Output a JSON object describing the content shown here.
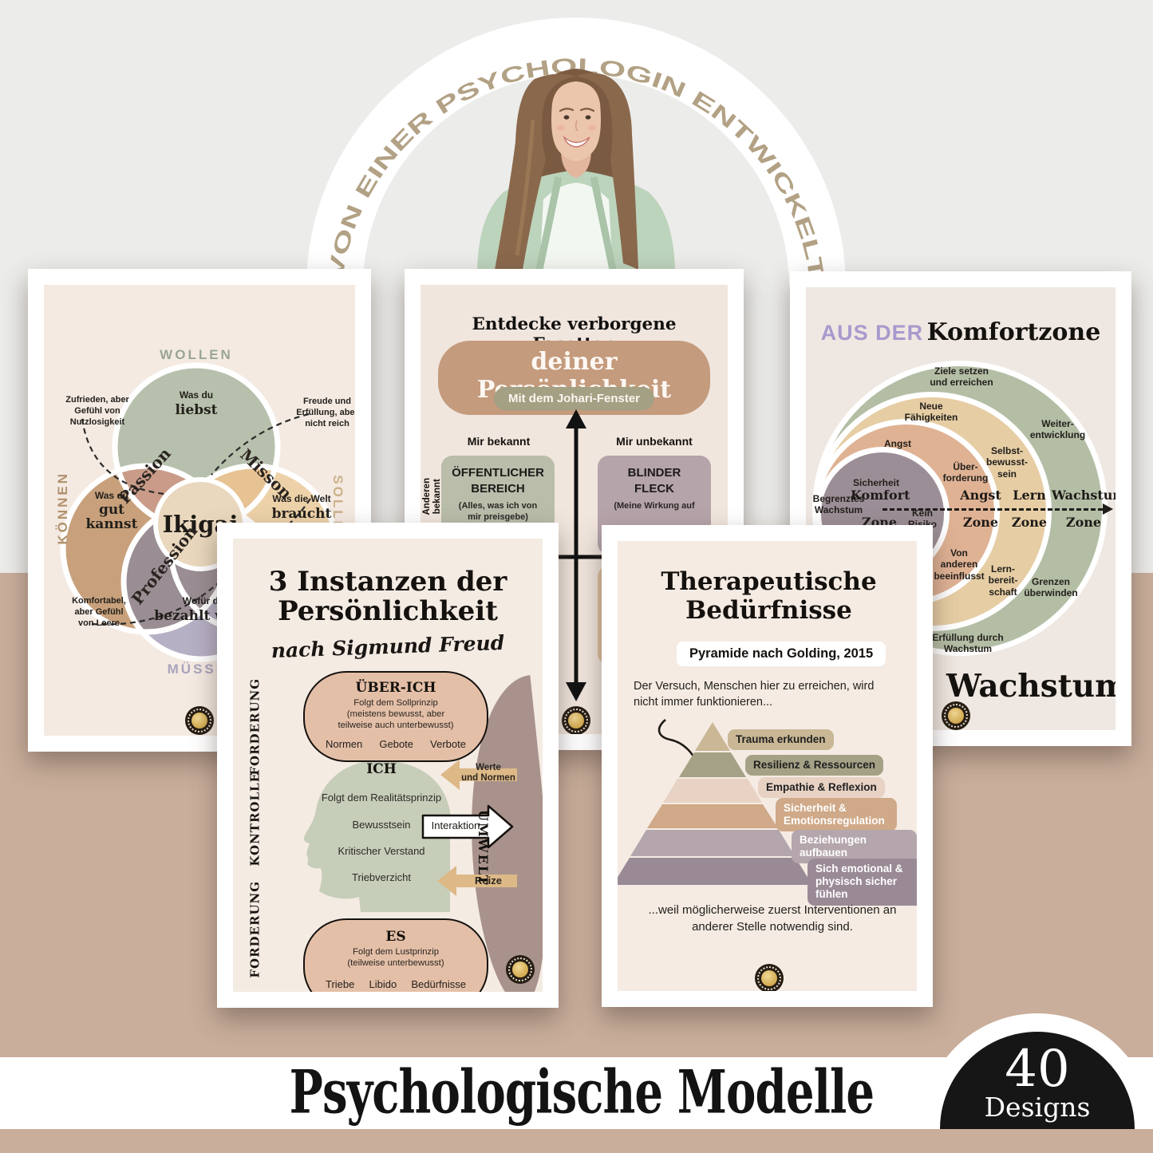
{
  "arc": {
    "text": "VON EINER PSYCHOLOGIN ENTWICKELT"
  },
  "posters": {
    "ikigai": {
      "top_label": "WOLLEN",
      "left_label": "KÖNNEN",
      "right_label": "SOLLEN",
      "bottom_label": "MÜSSEN",
      "love_pre": "Was du",
      "love_main": "liebst",
      "good_pre": "Was du",
      "good_main": "gut kannst",
      "world_pre": "Was die Welt",
      "world_main": "braucht",
      "paid_pre": "Wofür du",
      "paid_main": "bezahlt wirst",
      "center": "Ikigai",
      "overlap_passion": "Passion",
      "overlap_mission": "Misson",
      "overlap_profession": "Profession",
      "note_left_top": "Zufrieden, aber\nGefühl von\nNutzlosigkeit",
      "note_right_top": "Freude und\nErfüllung, aber\nnicht reich",
      "note_left_bottom": "Komfortabel,\naber Gefühl\nvon Leere"
    },
    "johari": {
      "title": "Entdecke verborgene Facetten",
      "title_pill": "deiner Persönlichkeit",
      "subtitle_pill": "Mit dem Johari-Fenster",
      "axis_left": "Mir bekannt",
      "axis_right": "Mir unbekannt",
      "axis_side": "Anderen\nbekannt",
      "q1_title": "ÖFFENTLICHER\nBEREICH",
      "q1_sub": "(Alles, was ich von\nmir preisgebe)",
      "q2_title": "BLINDER\nFLECK",
      "q2_sub": "(Meine Wirkung auf"
    },
    "comfort": {
      "title_accent": "AUS DER",
      "title_main": "Komfortzone",
      "growth_top": "Ziele setzen\nund erreichen",
      "learn_top": "Neue\nFähigkeiten",
      "fear_top": "Angst",
      "comfort_l1": "Sicherheit",
      "comfort_l2": "Kein\nRisiko",
      "fear_mid": "Über-\nforderung",
      "learn_mid": "Selbst-\nbewusst-\nsein",
      "growth_mid": "Weiter-\nentwicklung",
      "left_note": "Begrenztes\nWachstum",
      "zone_words": [
        "Komfort",
        "Angst",
        "Lern",
        "Wachstum"
      ],
      "zone_sub": [
        "Zone",
        "Zone",
        "Zone",
        "Zone"
      ],
      "fear_bottom": "Von\nanderen\nbeeinflusst",
      "learn_bottom": "Lern-\nbereit-\nschaft",
      "growth_bottom": "Grenzen\nüberwinden",
      "growth_note": "Erfüllung durch\nWachstum",
      "big_bottom": "Wachstum"
    },
    "freud": {
      "title": "3 Instanzen der Persönlichkeit",
      "subtitle": "nach Sigmund Freud",
      "side_top": "FORDERUNG",
      "side_mid": "KONTROLLE",
      "side_bottom": "FORDERUNG",
      "superego_title": "ÜBER-ICH",
      "superego_sub": "Folgt dem Sollprinzip\n(meistens bewusst, aber\nteilweise auch unterbewusst)",
      "superego_items": [
        "Normen",
        "Gebote",
        "Verbote"
      ],
      "ego_title": "ICH",
      "ego_lines": [
        "Folgt dem Realitätsprinzip",
        "Bewusstsein",
        "Kritischer Verstand",
        "Triebverzicht"
      ],
      "arrow_top": "Werte\nund Normen",
      "arrow_mid": "Interaktion",
      "arrow_bottom": "Reize",
      "environment": "UMWELT",
      "id_title": "ES",
      "id_sub": "Folgt dem Lustprinzip\n(teilweise unterbewusst)",
      "id_items": [
        "Triebe",
        "Libido",
        "Bedürfnisse"
      ]
    },
    "pyramid": {
      "title": "Therapeutische Bedürfnisse",
      "subtitle_pill": "Pyramide nach Golding, 2015",
      "intro": "Der Versuch, Menschen hier zu erreichen, wird nicht immer funktionieren...",
      "levels": [
        {
          "label": "Trauma erkunden"
        },
        {
          "label": "Resilienz & Ressourcen"
        },
        {
          "label": "Empathie & Reflexion"
        },
        {
          "label": "Sicherheit & Emotionsregulation"
        },
        {
          "label": "Beziehungen aufbauen"
        },
        {
          "label": "Sich emotional & physisch sicher fühlen"
        }
      ],
      "outro": "...weil möglicherweise zuerst Interventionen an anderer Stelle notwendig sind."
    }
  },
  "footer": {
    "title": "Psychologische Modelle",
    "badge_number": "40",
    "badge_label": "Designs"
  },
  "colors": {
    "background_top": "#ececea",
    "background_bottom": "#c9ae9b",
    "arc_text": "#b2a184",
    "badge": "#161616",
    "ikigai": {
      "wollen_circle": "#b7c0ac",
      "koennen_circle": "#c8a17c",
      "sollen_circle": "#edd2a9",
      "muessen_circle": "#b6b0c5",
      "passion": "#c99b88",
      "mission": "#e7c394",
      "profession": "#9a8e94",
      "center": "#ead8be",
      "wollen_label": "#9aa694",
      "koennen_label": "#b1926d",
      "sollen_label": "#cbb189",
      "muessen_label": "#a9a3bd"
    },
    "johari": {
      "title_pill": "#c49b7d",
      "subtitle_pill": "#a3a084",
      "open_area": "#b9bdaa",
      "blind_spot": "#b5a4aa",
      "hidden_area": "#d4b492",
      "unknown_area": "#dcc09e"
    },
    "comfort": {
      "accent": "#a79ace",
      "growth_ring": "#b3bea5",
      "learn_ring": "#e6cda4",
      "fear_ring": "#dfb294",
      "comfort_ring": "#9c8e96"
    },
    "freud": {
      "instance_box": "#e4bfa7",
      "head": "#c6cdb9",
      "environment": "#a8928b",
      "arrow": "#ddb987"
    },
    "pyramid": {
      "level_colors": [
        "#c9b795",
        "#a5a186",
        "#e7d2c4",
        "#cfa988",
        "#b4a6ac",
        "#9a8a96"
      ]
    }
  }
}
